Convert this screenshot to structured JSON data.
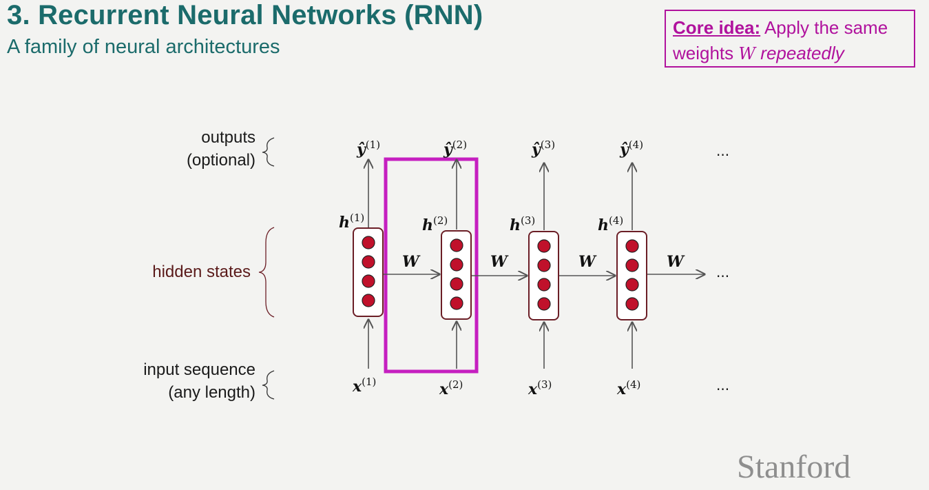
{
  "slide": {
    "title": "3. Recurrent Neural Networks (RNN)",
    "subtitle": "A family of neural architectures"
  },
  "core_idea": {
    "label": "Core idea:",
    "text_before": "Apply the same",
    "text_weights": "weights",
    "symbol": "W",
    "text_after": "repeatedly"
  },
  "left_labels": {
    "outputs_line1": "outputs",
    "outputs_line2": "(optional)",
    "hidden": "hidden states",
    "input_line1": "input sequence",
    "input_line2": "(any length)"
  },
  "timesteps": [
    {
      "y": "ŷ",
      "y_sup": "(1)",
      "h": "h",
      "h_sup": "(1)",
      "x": "x",
      "x_sup": "(1)"
    },
    {
      "y": "ŷ",
      "y_sup": "(2)",
      "h": "h",
      "h_sup": "(2)",
      "x": "x",
      "x_sup": "(2)"
    },
    {
      "y": "ŷ",
      "y_sup": "(3)",
      "h": "h",
      "h_sup": "(3)",
      "x": "x",
      "x_sup": "(3)"
    },
    {
      "y": "ŷ",
      "y_sup": "(4)",
      "h": "h",
      "h_sup": "(4)",
      "x": "x",
      "x_sup": "(4)"
    }
  ],
  "weight_labels": [
    "W",
    "W",
    "W",
    "W"
  ],
  "ellipsis": "...",
  "colors": {
    "title": "#1b6b6b",
    "highlight": "#c51fc0",
    "neuron": "#c0112b",
    "cell_border": "#6b1e26"
  },
  "footer": {
    "logo": "Stanford"
  }
}
